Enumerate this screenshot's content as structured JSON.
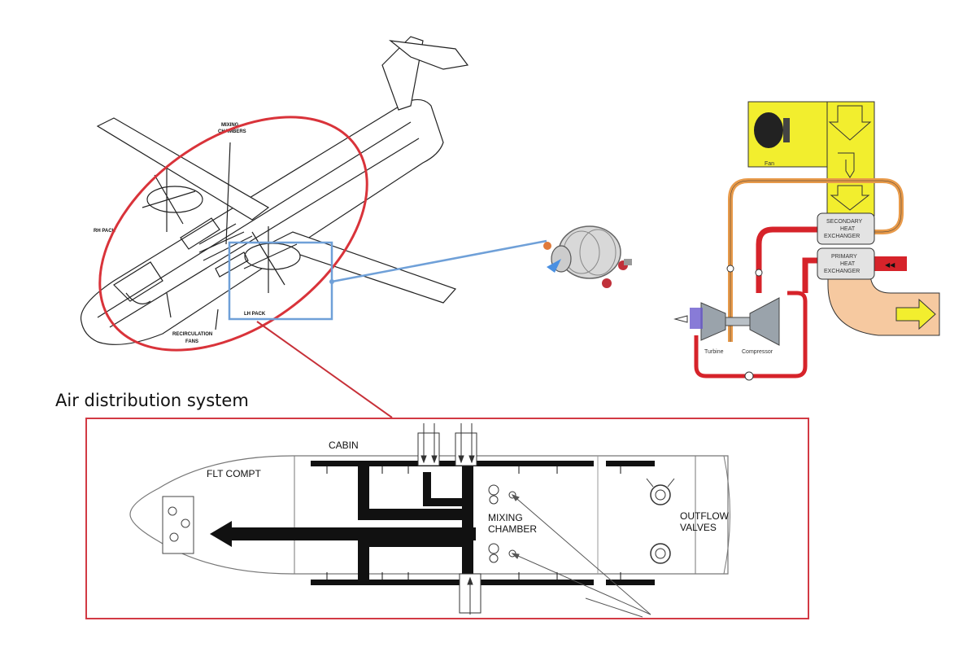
{
  "aircraft": {
    "labels": {
      "mixing_chambers": [
        "MIXING",
        "CHAMBERS"
      ],
      "rh_pack": "RH PACK",
      "lh_pack": "LH PACK",
      "recirculation_fans": [
        "RECIRCULATION",
        "FANS"
      ]
    }
  },
  "pack": {
    "fan_label": "Fan",
    "secondary_hx": [
      "SECONDARY",
      "HEAT",
      "EXCHANGER"
    ],
    "primary_hx": [
      "PRIMARY",
      "HEAT",
      "EXCHANGER"
    ],
    "turbine_label": "Turbine",
    "compressor_label": "Compressor"
  },
  "distribution": {
    "heading": "Air distribution system",
    "cabin": "CABIN",
    "flt_compt": "FLT COMPT",
    "mixing": [
      "MIXING",
      "CHAMBER"
    ],
    "outflow": [
      "OUTFLOW",
      "VALVES"
    ]
  },
  "colors": {
    "ellipse": "#d9333a",
    "highlight_box": "#6fa0d8",
    "dist_frame": "#d23a44",
    "hot_duct": "#d6232a",
    "warm_duct": "#e89a4a",
    "fan_yellow": "#f2ee2e",
    "exhaust": "#f6c9a0"
  }
}
